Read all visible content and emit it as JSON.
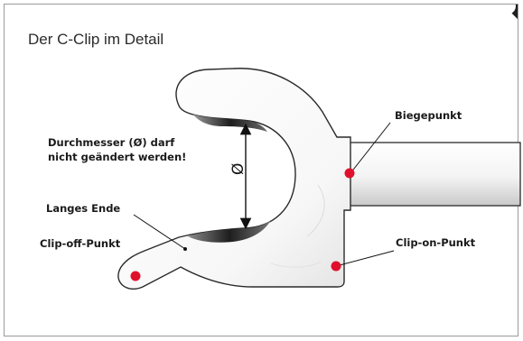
{
  "title": "Der C-Clip im Detail",
  "symbol": "Ø",
  "labels": {
    "diameter_line1": "Durchmesser (Ø) darf",
    "diameter_line2": "nicht geändert werden!",
    "long_end": "Langes Ende",
    "clip_off": "Clip-off-Punkt",
    "bend_point": "Biegepunkt",
    "clip_on": "Clip-on-Punkt"
  },
  "colors": {
    "point": "#e0102c",
    "outline": "#2a2a2a",
    "text": "#1a1a1a"
  }
}
